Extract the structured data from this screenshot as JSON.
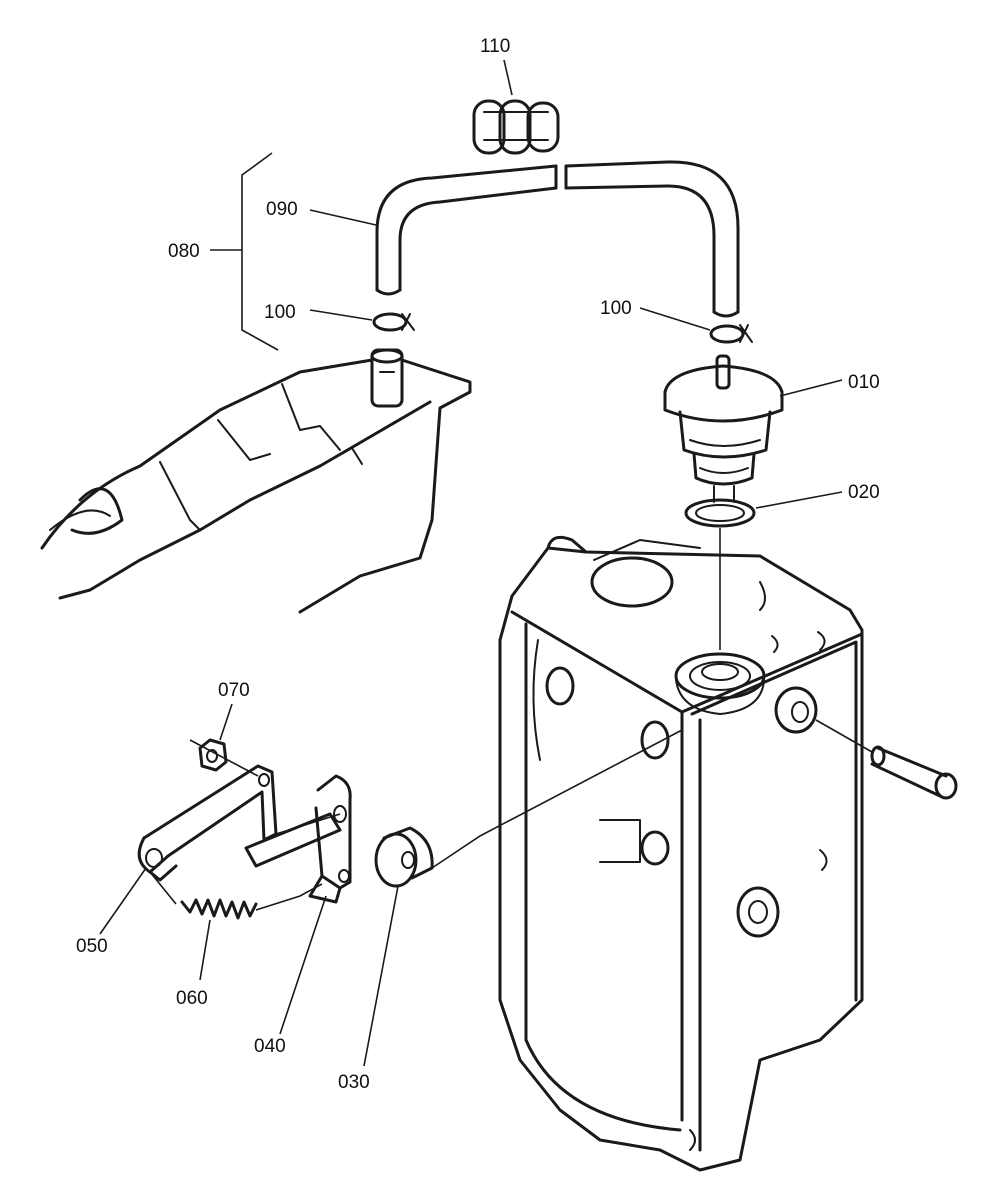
{
  "diagram": {
    "callouts": {
      "p010": "010",
      "p020": "020",
      "p030": "030",
      "p040": "040",
      "p050": "050",
      "p060": "060",
      "p070": "070",
      "p080": "080",
      "p090": "090",
      "p100_left": "100",
      "p100_right": "100",
      "p110": "110"
    }
  }
}
